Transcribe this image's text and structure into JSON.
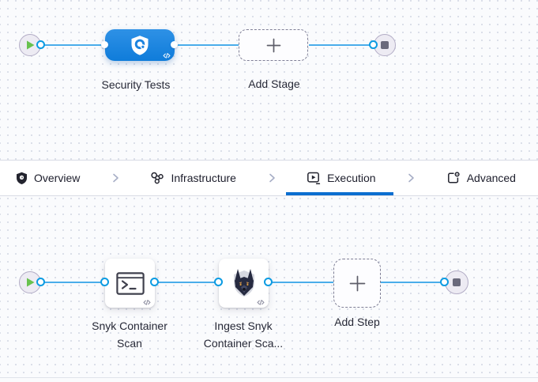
{
  "colors": {
    "accent": "#0b6ed0",
    "edge-blue": "#4aadea",
    "port-blue": "#0b9be2",
    "stage-blue-top": "#2e91e6",
    "stage-blue-bottom": "#0f7cda",
    "play-green": "#68c24e",
    "stop-gray": "#6a6a7c"
  },
  "stage_canvas": {
    "stage_label": "Security Tests",
    "add_stage_label": "Add Stage"
  },
  "tab_bar": {
    "tabs": [
      {
        "label": "Overview",
        "icon": "shield-icon",
        "active": false
      },
      {
        "label": "Infrastructure",
        "icon": "infrastructure-icon",
        "active": false
      },
      {
        "label": "Execution",
        "icon": "execution-icon",
        "active": true
      },
      {
        "label": "Advanced",
        "icon": "advanced-icon",
        "active": false
      }
    ]
  },
  "step_canvas": {
    "steps": [
      {
        "label": "Snyk Container Scan",
        "icon": "terminal-icon"
      },
      {
        "label": "Ingest Snyk Container Sca...",
        "icon": "snyk-doberman-icon"
      }
    ],
    "add_step_label": "Add Step"
  }
}
